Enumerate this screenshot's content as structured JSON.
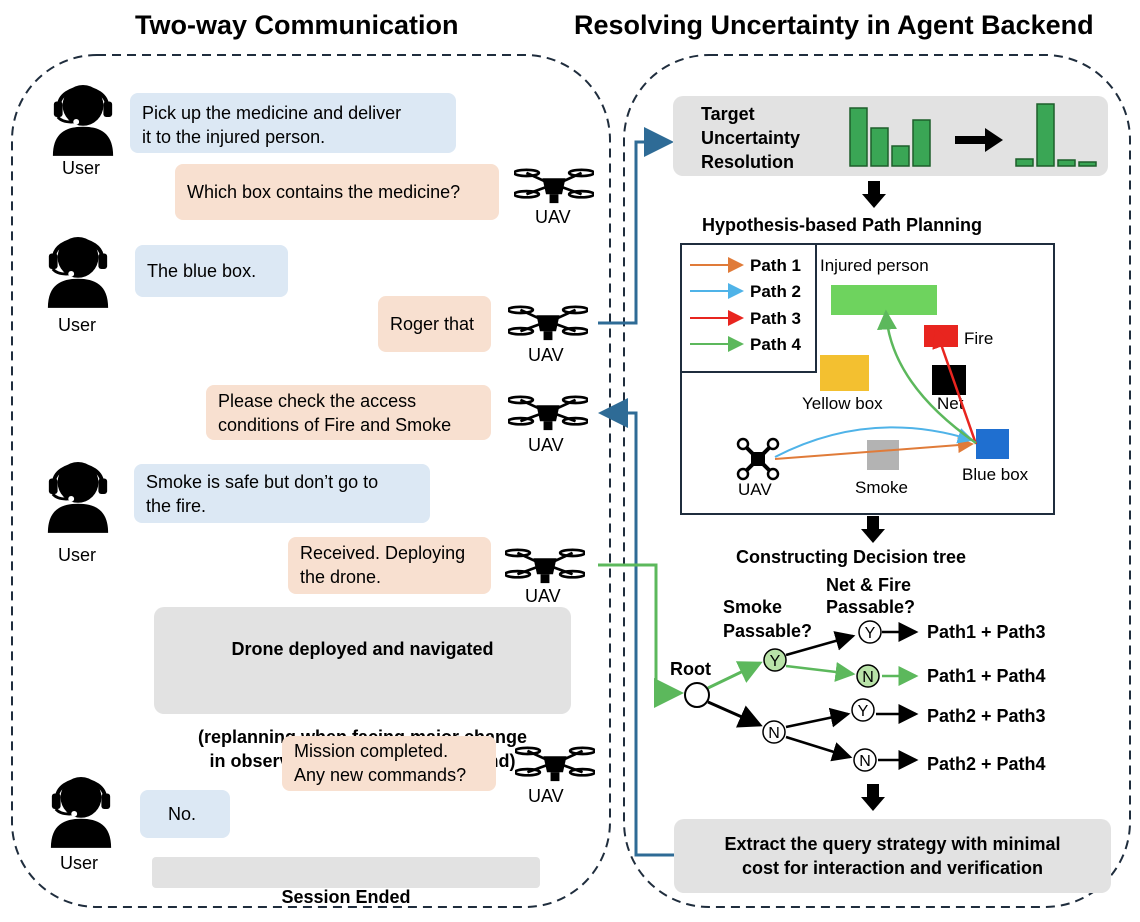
{
  "titles": {
    "left": "Two-way Communication",
    "right": "Resolving Uncertainty in Agent Backend"
  },
  "roles": {
    "user": "User",
    "uav": "UAV"
  },
  "chat": {
    "m1": "Pick up the medicine and deliver\nit to the injured person.",
    "m2": "Which box contains the medicine?",
    "m3": "The blue box.",
    "m4": "Roger that",
    "m5": "Please check the access\nconditions of Fire and Smoke",
    "m6": "Smoke is safe but don’t go to\nthe fire.",
    "m7": "Received. Deploying\nthe drone.",
    "m8_title": "Drone deployed and navigated",
    "m8_body": "(replanning when facing major change\nin observation or human command)",
    "m9": "Mission completed.\nAny new commands?",
    "m10": "No.",
    "session": "Session Ended"
  },
  "backend": {
    "target": "Target\nUncertainty\nResolution",
    "hyp_title": "Hypothesis-based Path Planning",
    "map": {
      "legend": [
        "Path 1",
        "Path 2",
        "Path 3",
        "Path 4"
      ],
      "injured": "Injured person",
      "fire": "Fire",
      "yellow": "Yellow box",
      "net": "Net",
      "uav": "UAV",
      "smoke": "Smoke",
      "blue": "Blue box"
    },
    "tree_title": "Constructing Decision tree",
    "tree": {
      "root": "Root",
      "smoke_q": "Smoke\nPassable?",
      "netfire_q": "Net & Fire\nPassable?",
      "y": "Y",
      "n": "N",
      "r1": "Path1 + Path3",
      "r2": "Path1 + Path4",
      "r3": "Path2 + Path3",
      "r4": "Path2 + Path4"
    },
    "extract": "Extract the query strategy with minimal\ncost for interaction and verification"
  },
  "colors": {
    "path1": "#e07b39",
    "path2": "#4fb3e8",
    "path3": "#e8251f",
    "path4": "#5cb85c",
    "connector_blue": "#2e6b96",
    "connector_green": "#5cb85c",
    "bar_green": "#3aa655"
  }
}
